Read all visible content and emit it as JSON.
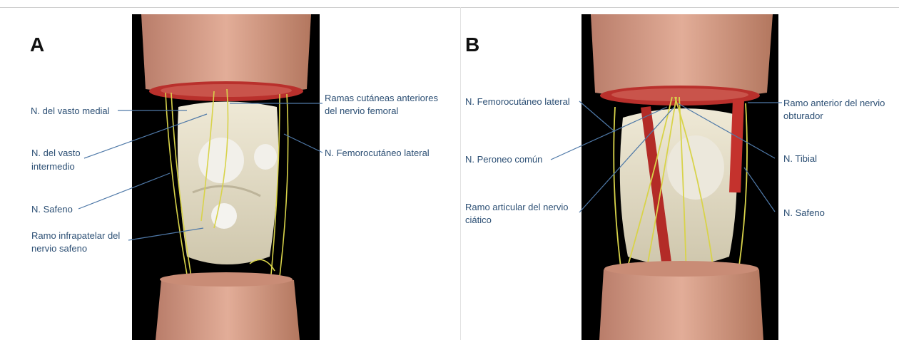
{
  "panels": [
    {
      "letter": "A",
      "labels": {
        "vasto_medial": "N. del vasto medial",
        "vasto_intermedio_1": "N. del vasto",
        "vasto_intermedio_2": "intermedio",
        "safeno": "N. Safeno",
        "infrapatelar_1": "Ramo infrapatelar del",
        "infrapatelar_2": "nervio safeno",
        "cutaneas_1": "Ramas cutáneas anteriores",
        "cutaneas_2": "del nervio femoral",
        "femorocutaneo": "N. Femorocutáneo lateral"
      }
    },
    {
      "letter": "B",
      "labels": {
        "femorocutaneo": "N. Femorocutáneo lateral",
        "peroneo": "N. Peroneo común",
        "articular_1": "Ramo articular del nervio",
        "articular_2": "ciático",
        "obturador_1": "Ramo anterior del nervio",
        "obturador_2": "obturador",
        "tibial": "N. Tibial",
        "safeno": "N. Safeno"
      }
    }
  ],
  "colors": {
    "label_text": "#2c4f74",
    "leader_line": "#4f79a8",
    "background_black": "#000000",
    "skin": "#d9a08a",
    "muscle": "#b9302c",
    "nerve": "#d8d34a",
    "bone": "#e6e1cf"
  }
}
